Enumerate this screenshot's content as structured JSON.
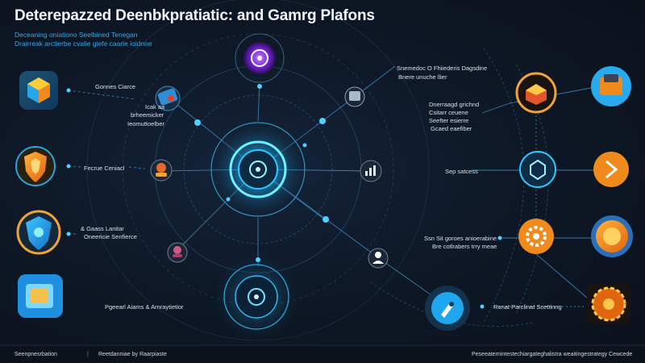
{
  "header": {
    "title": "Deterepazzed Deenbkpratiatic: and Gamrg Plafons",
    "subtitle_line1": "Deceaning oniationo Seelbined Tenegan",
    "subtitle_line2": "Drairreak arctierbe cvalie giefe caarle ioidnne"
  },
  "labels": {
    "left_top": "Gonnes Ciarce",
    "left_mid": "Fecrue Ceniacl",
    "left_low_1": "& Gaass Lanitar",
    "left_low_2": "Oneericie Senfierce",
    "bottom_center": "Pgeearl Aiams & Arnraytietior",
    "node_note_1": "Icak aa",
    "node_note_2": "brheemicker",
    "node_note_3": "Ieomuttoelber",
    "right_top_1": "Snemedoc O Fhiiederis Dagsdine",
    "right_top_2": "Bnere unuche llier",
    "right_stack_1": "Dnerraagd grichnd",
    "right_stack_2": "Csitarr ceuene",
    "right_stack_3": "Seefter esierre",
    "right_stack_4": "Gcaed eaefiber",
    "right_mid": "Sep satcess",
    "right_low_1": "Ssn Sit goroes anioerabine",
    "right_low_2": "Bre cotlrabers trry meae",
    "right_bottom": "Ranat Parclinat Scettinng"
  },
  "footer": {
    "left_1": "Seenpnesrbation",
    "left_2": "Reetdanniae by Raarpiaste",
    "right": "Peseeaternintestechiargateghalistra weaitingestrategy Cewcede"
  },
  "colors": {
    "accent": "#27b3f2",
    "accent_glow": "#5fe0ff",
    "purple": "#a04bff",
    "orange": "#f28a1e"
  },
  "icons": [
    "hexagon-cube-icon",
    "shield-icon",
    "gamepad-shield-icon",
    "cube-3d-icon",
    "crypto-node-icon",
    "game-map-icon",
    "chip-icon",
    "user-token-icon",
    "orange-cube-icon",
    "box-icon",
    "gear-icon",
    "gold-coin-icon",
    "chart-icon",
    "blockchain-icon",
    "rocket-icon",
    "eye-icon",
    "network-target-icon"
  ]
}
